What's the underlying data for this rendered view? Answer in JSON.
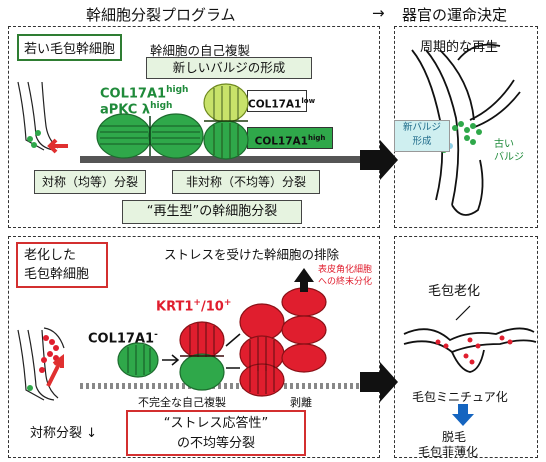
{
  "header": {
    "left_title": "幹細胞分裂プログラム",
    "arrow": "→",
    "right_title": "器官の運命決定"
  },
  "top_panel": {
    "young_tag": "若い毛包幹細胞",
    "self_renewal": "幹細胞の自己複製",
    "new_bulge": "新しいバルジの形成",
    "markers_left_1": "COL17A1",
    "markers_left_1_sup": "high",
    "markers_left_2": "aPKC λ",
    "markers_left_2_sup": "high",
    "col_low": "COL17A1",
    "col_low_sup": "low",
    "col_high": "COL17A1",
    "col_high_sup": "high",
    "symmetric": "対称（均等）分裂",
    "asymmetric": "非対称（不均等）分裂",
    "regen_type": "“再生型”の幹細胞分裂"
  },
  "top_right": {
    "title": "周期的な再生",
    "new_bulge_line1": "新バルジ",
    "new_bulge_line2": "形成",
    "old_bulge_line1": "古い",
    "old_bulge_line2": "バルジ"
  },
  "bottom_panel": {
    "aged_line1": "老化した",
    "aged_line2": "毛包幹細胞",
    "elimination": "ストレスを受けた幹細胞の排除",
    "epi_line1": "表皮角化細胞",
    "epi_line2": "への終末分化",
    "krt_label": "KRT1",
    "krt_sup1": "+",
    "krt_mid": "/10",
    "krt_sup2": "+",
    "col_label": "COL17A1",
    "col_sup": "-",
    "incomplete": "不完全な自己複製",
    "peeling": "剥離",
    "sym_down": "対称分裂 ↓",
    "stress_line1": "“ストレス応答性”",
    "stress_line2": "の不均等分裂"
  },
  "bottom_right": {
    "aging": "毛包老化",
    "miniature": "毛包ミニチュア化",
    "hair_loss": "脱毛",
    "thinning": "毛包菲薄化"
  },
  "colors": {
    "green_cell": "#2fa84a",
    "light_green_cell": "#c8e26a",
    "red_cell": "#e01e2e",
    "panel_fill": "#e6f3e0",
    "dark_teal": "#1f8a6a"
  }
}
